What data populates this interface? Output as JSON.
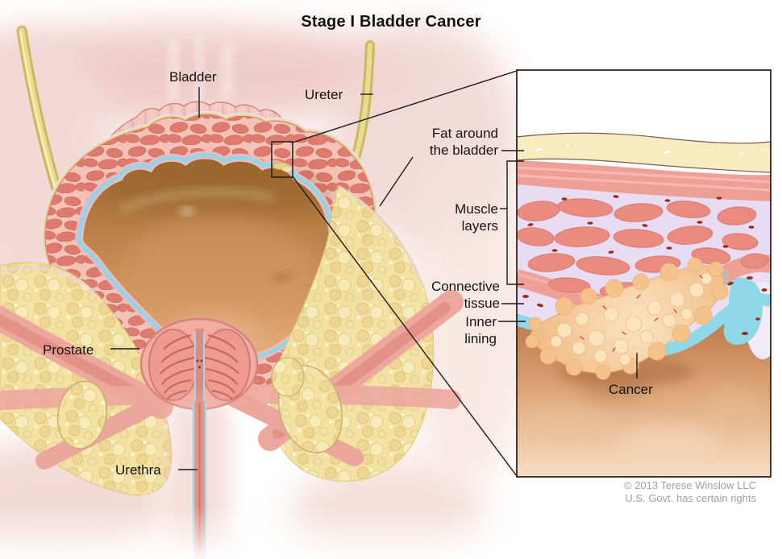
{
  "title": "Stage I Bladder Cancer",
  "labels": {
    "bladder": "Bladder",
    "ureter": "Ureter",
    "fat": {
      "lines": [
        "Fat around",
        "the bladder"
      ]
    },
    "muscle": {
      "lines": [
        "Muscle",
        "layers"
      ]
    },
    "connective": {
      "lines": [
        "Connective",
        "tissue"
      ]
    },
    "inner_lining": {
      "lines": [
        "Inner",
        "lining"
      ]
    },
    "cancer": "Cancer",
    "prostate": "Prostate",
    "urethra": "Urethra"
  },
  "credit": {
    "line1": "© 2013 Terese Winslow LLC",
    "line2": "U.S. Govt. has certain rights"
  },
  "colors": {
    "label_text": "#141414",
    "credit_text": "#a3a0a0",
    "leader_line": "#1c1c1c",
    "fat_tissue": "#f3e2a2",
    "inset_fat_layer": "#f6ecbf",
    "muscle_blob": "#ea8b80",
    "muscle_light": "#f5c3b7",
    "connective_tissue": "#e9def3",
    "inner_lining": "#8ed8e8",
    "cancer_mass": "#f3bc84",
    "bladder_interior": "#c8895a",
    "ureter_tube": "#cdb75f",
    "prostate_lobe": "#ee9a90"
  }
}
